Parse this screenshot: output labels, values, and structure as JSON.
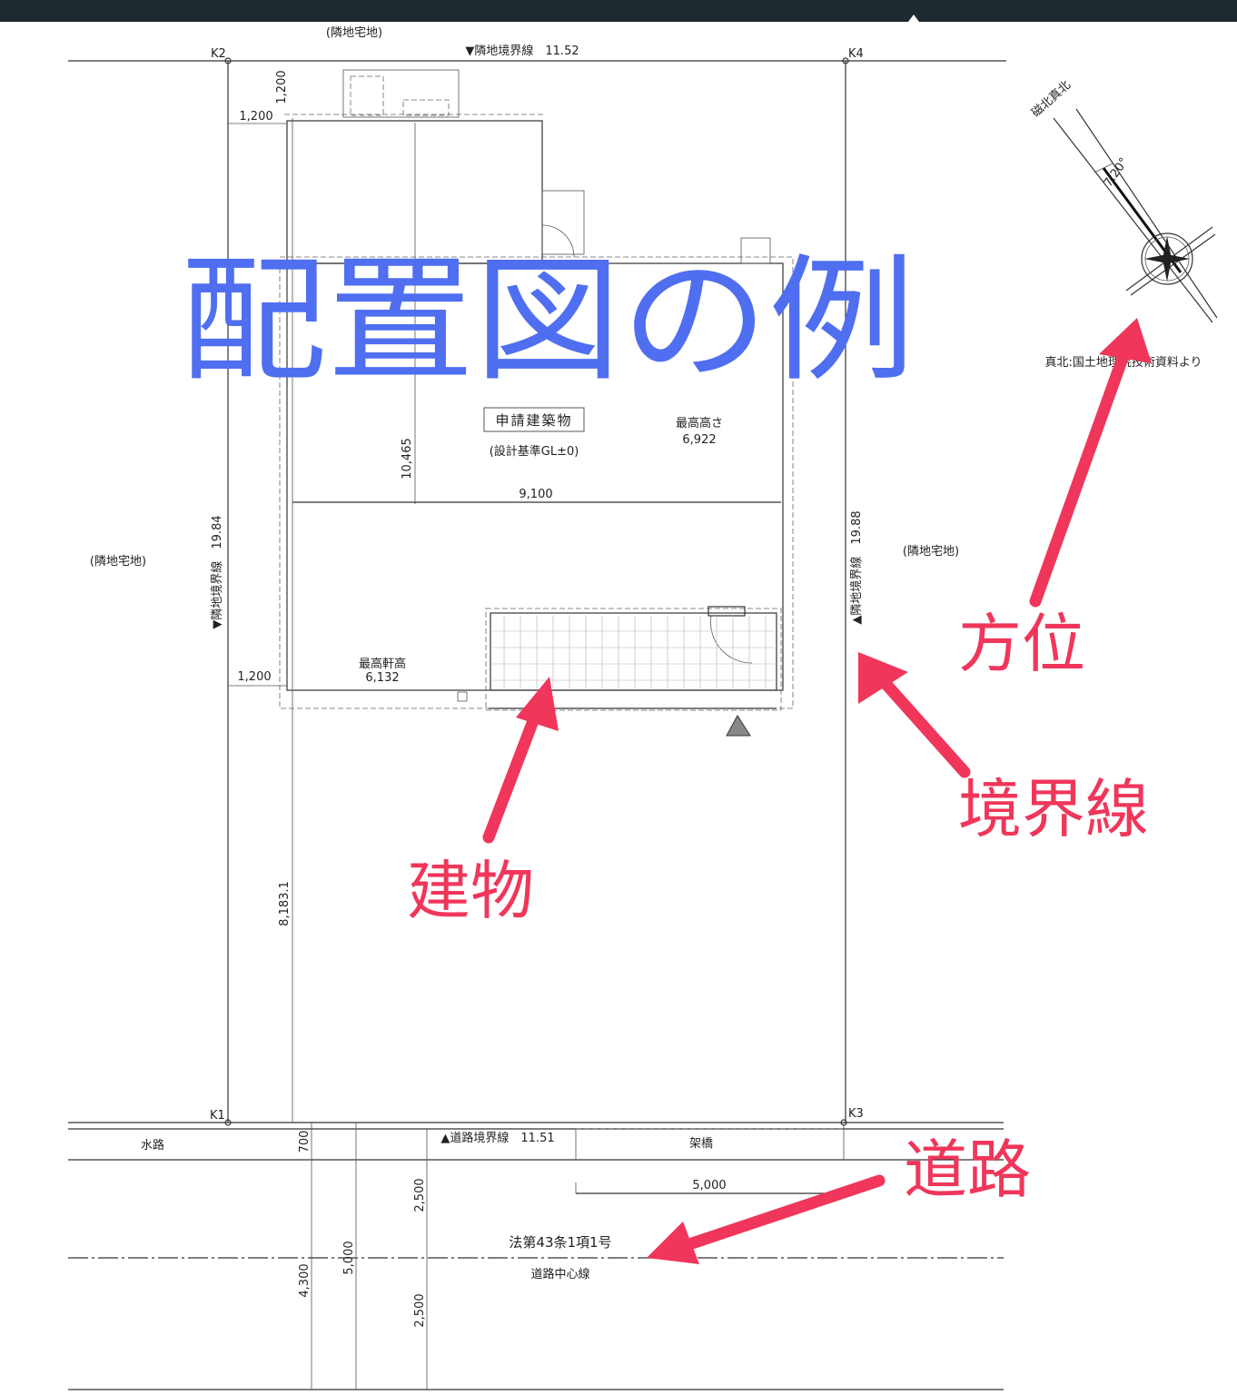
{
  "colors": {
    "title": "#4f6ef0",
    "annotation": "#f0365a",
    "lines": "#333333",
    "top_bar": "#1e2a30"
  },
  "title": "配置図の例",
  "annotations": {
    "orientation": "方位",
    "boundary": "境界線",
    "building": "建物",
    "road": "道路"
  },
  "markers": {
    "k1": "K1",
    "k2": "K2",
    "k3": "K3",
    "k4": "K4"
  },
  "neighbors": {
    "top": "(隣地宅地)",
    "left": "(隣地宅地)",
    "right": "(隣地宅地)"
  },
  "boundaries": {
    "top": "▼隣地境界線　11.52",
    "left": "▼隣地境界線　19.84",
    "right": "▲隣地境界線　19.88",
    "road": "▲道路境界線　11.51"
  },
  "building": {
    "label": "申請建築物",
    "gl": "(設計基準GL±0)",
    "max_height_label": "最高高さ",
    "max_height": "6,922",
    "max_eave_label": "最高軒高",
    "max_eave": "6,132"
  },
  "dimensions": {
    "top_offset_v": "1,200",
    "top_offset_h": "1,200",
    "bottom_offset_h": "1,200",
    "depth": "10,465",
    "width": "9,100",
    "setback": "8,183.1",
    "waterway_width": "700",
    "road_half_top": "2,500",
    "road_half_bottom": "2,500",
    "bridge_width": "5,000",
    "road_total": "5,000",
    "road_to_center": "4,300"
  },
  "road": {
    "waterway": "水路",
    "bridge": "架橋",
    "law": "法第43条1項1号",
    "centerline": "道路中心線"
  },
  "compass": {
    "label": "磁北真北",
    "angle": "7.20°",
    "note": "真北:国土地理院技術資料より"
  }
}
